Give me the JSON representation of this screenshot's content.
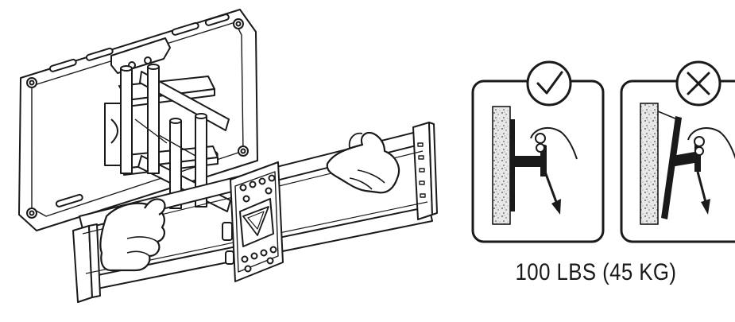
{
  "weight_label": "100 LBS (45 KG)",
  "verdicts": [
    {
      "panel": "correct",
      "icon": "checkmark-icon"
    },
    {
      "panel": "incorrect",
      "icon": "cross-icon"
    }
  ],
  "colors": {
    "line": "#1a1a1a",
    "fill": "#ffffff",
    "wall": "#e4e4e4"
  }
}
